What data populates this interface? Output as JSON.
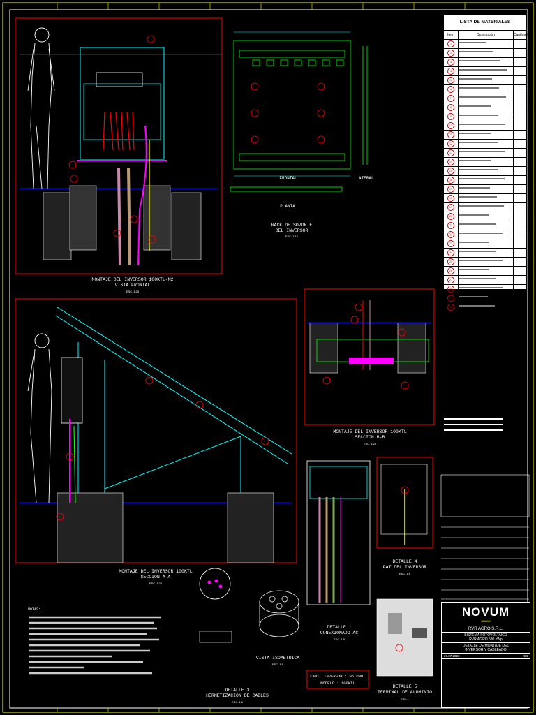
{
  "materials": {
    "title": "LISTA DE MATERIALES",
    "headers": [
      "Item",
      "Descripción",
      "Cantidad"
    ],
    "rows": [
      {
        "n": "1"
      },
      {
        "n": "2"
      },
      {
        "n": "3"
      },
      {
        "n": "4"
      },
      {
        "n": "5"
      },
      {
        "n": "6"
      },
      {
        "n": "7"
      },
      {
        "n": "8"
      },
      {
        "n": "9"
      },
      {
        "n": "10"
      },
      {
        "n": "11"
      },
      {
        "n": "12"
      },
      {
        "n": "13"
      },
      {
        "n": "14"
      },
      {
        "n": "15"
      },
      {
        "n": "16"
      },
      {
        "n": "17"
      },
      {
        "n": "18"
      },
      {
        "n": "19"
      },
      {
        "n": "20"
      },
      {
        "n": "21"
      },
      {
        "n": "22"
      },
      {
        "n": "23"
      },
      {
        "n": "24"
      },
      {
        "n": "25"
      },
      {
        "n": "26"
      },
      {
        "n": "27"
      },
      {
        "n": "28"
      },
      {
        "n": "29"
      },
      {
        "n": "30"
      }
    ]
  },
  "views": {
    "front": {
      "title": "MONTAJE DEL INVERSOR 100KTL-M2",
      "subtitle": "VISTA FRONTAL",
      "scale": "ESC. 1:25"
    },
    "support": {
      "title": "RACK DE SOPORTE",
      "subtitle": "DEL INVERSOR",
      "scale": "ESC. 1:10"
    },
    "frontal_label": "FRONTAL",
    "lateral_label": "LATERAL",
    "planta_label": "PLANTA",
    "sectionA": {
      "title": "MONTAJE DEL INVERSOR 100KTL",
      "subtitle": "SECCION A-A",
      "scale": "ESC. 1:25"
    },
    "sectionB": {
      "title": "MONTAJE DEL INVERSOR 100KTL",
      "subtitle": "SECCION B-B",
      "scale": "ESC. 1:25"
    },
    "detail1": {
      "title": "DETALLE 1",
      "subtitle": "CONEXIONADO AC",
      "scale": "ESC. 1:5"
    },
    "detail3": {
      "title": "DETALLE 3",
      "subtitle": "HERMETIZACION DE CABLES",
      "scale": "ESC. 1:5"
    },
    "detail4": {
      "title": "DETALLE 4",
      "subtitle": "PAT DEL INVERSOR",
      "scale": "ESC. 1:5"
    },
    "detail5": {
      "title": "DETALLE 5",
      "subtitle": "TERMINAL DE ALUMINIO",
      "scale": "ESC. -"
    },
    "iso": {
      "title": "VISTA ISOMETRICA",
      "scale": "ESC. 1:5"
    }
  },
  "quantity": {
    "label1": "CANT. INVERSOR : 05 UND.",
    "label2": "MODELO : 100KTL"
  },
  "notes": {
    "title": "NOTAS:"
  },
  "title_block": {
    "brand": "NOVUM",
    "brand_sub": "SOLAR",
    "client": "RVR AGRO S.R.L.",
    "project_line1": "SISTEMA FOTOVOLTAICO",
    "project_line2": "RVR AGRO 580 kWp",
    "drawing_line1": "DETALLE DE MONTAJE DEL",
    "drawing_line2": "INVERSOR Y CABLEADO",
    "date": "27.07.2023",
    "revision": "C4"
  },
  "colors": {
    "frame": "#ff0000",
    "struct": "#00ffff",
    "green": "#00ff00",
    "yellow": "#ffff00",
    "magenta": "#ff00ff"
  }
}
